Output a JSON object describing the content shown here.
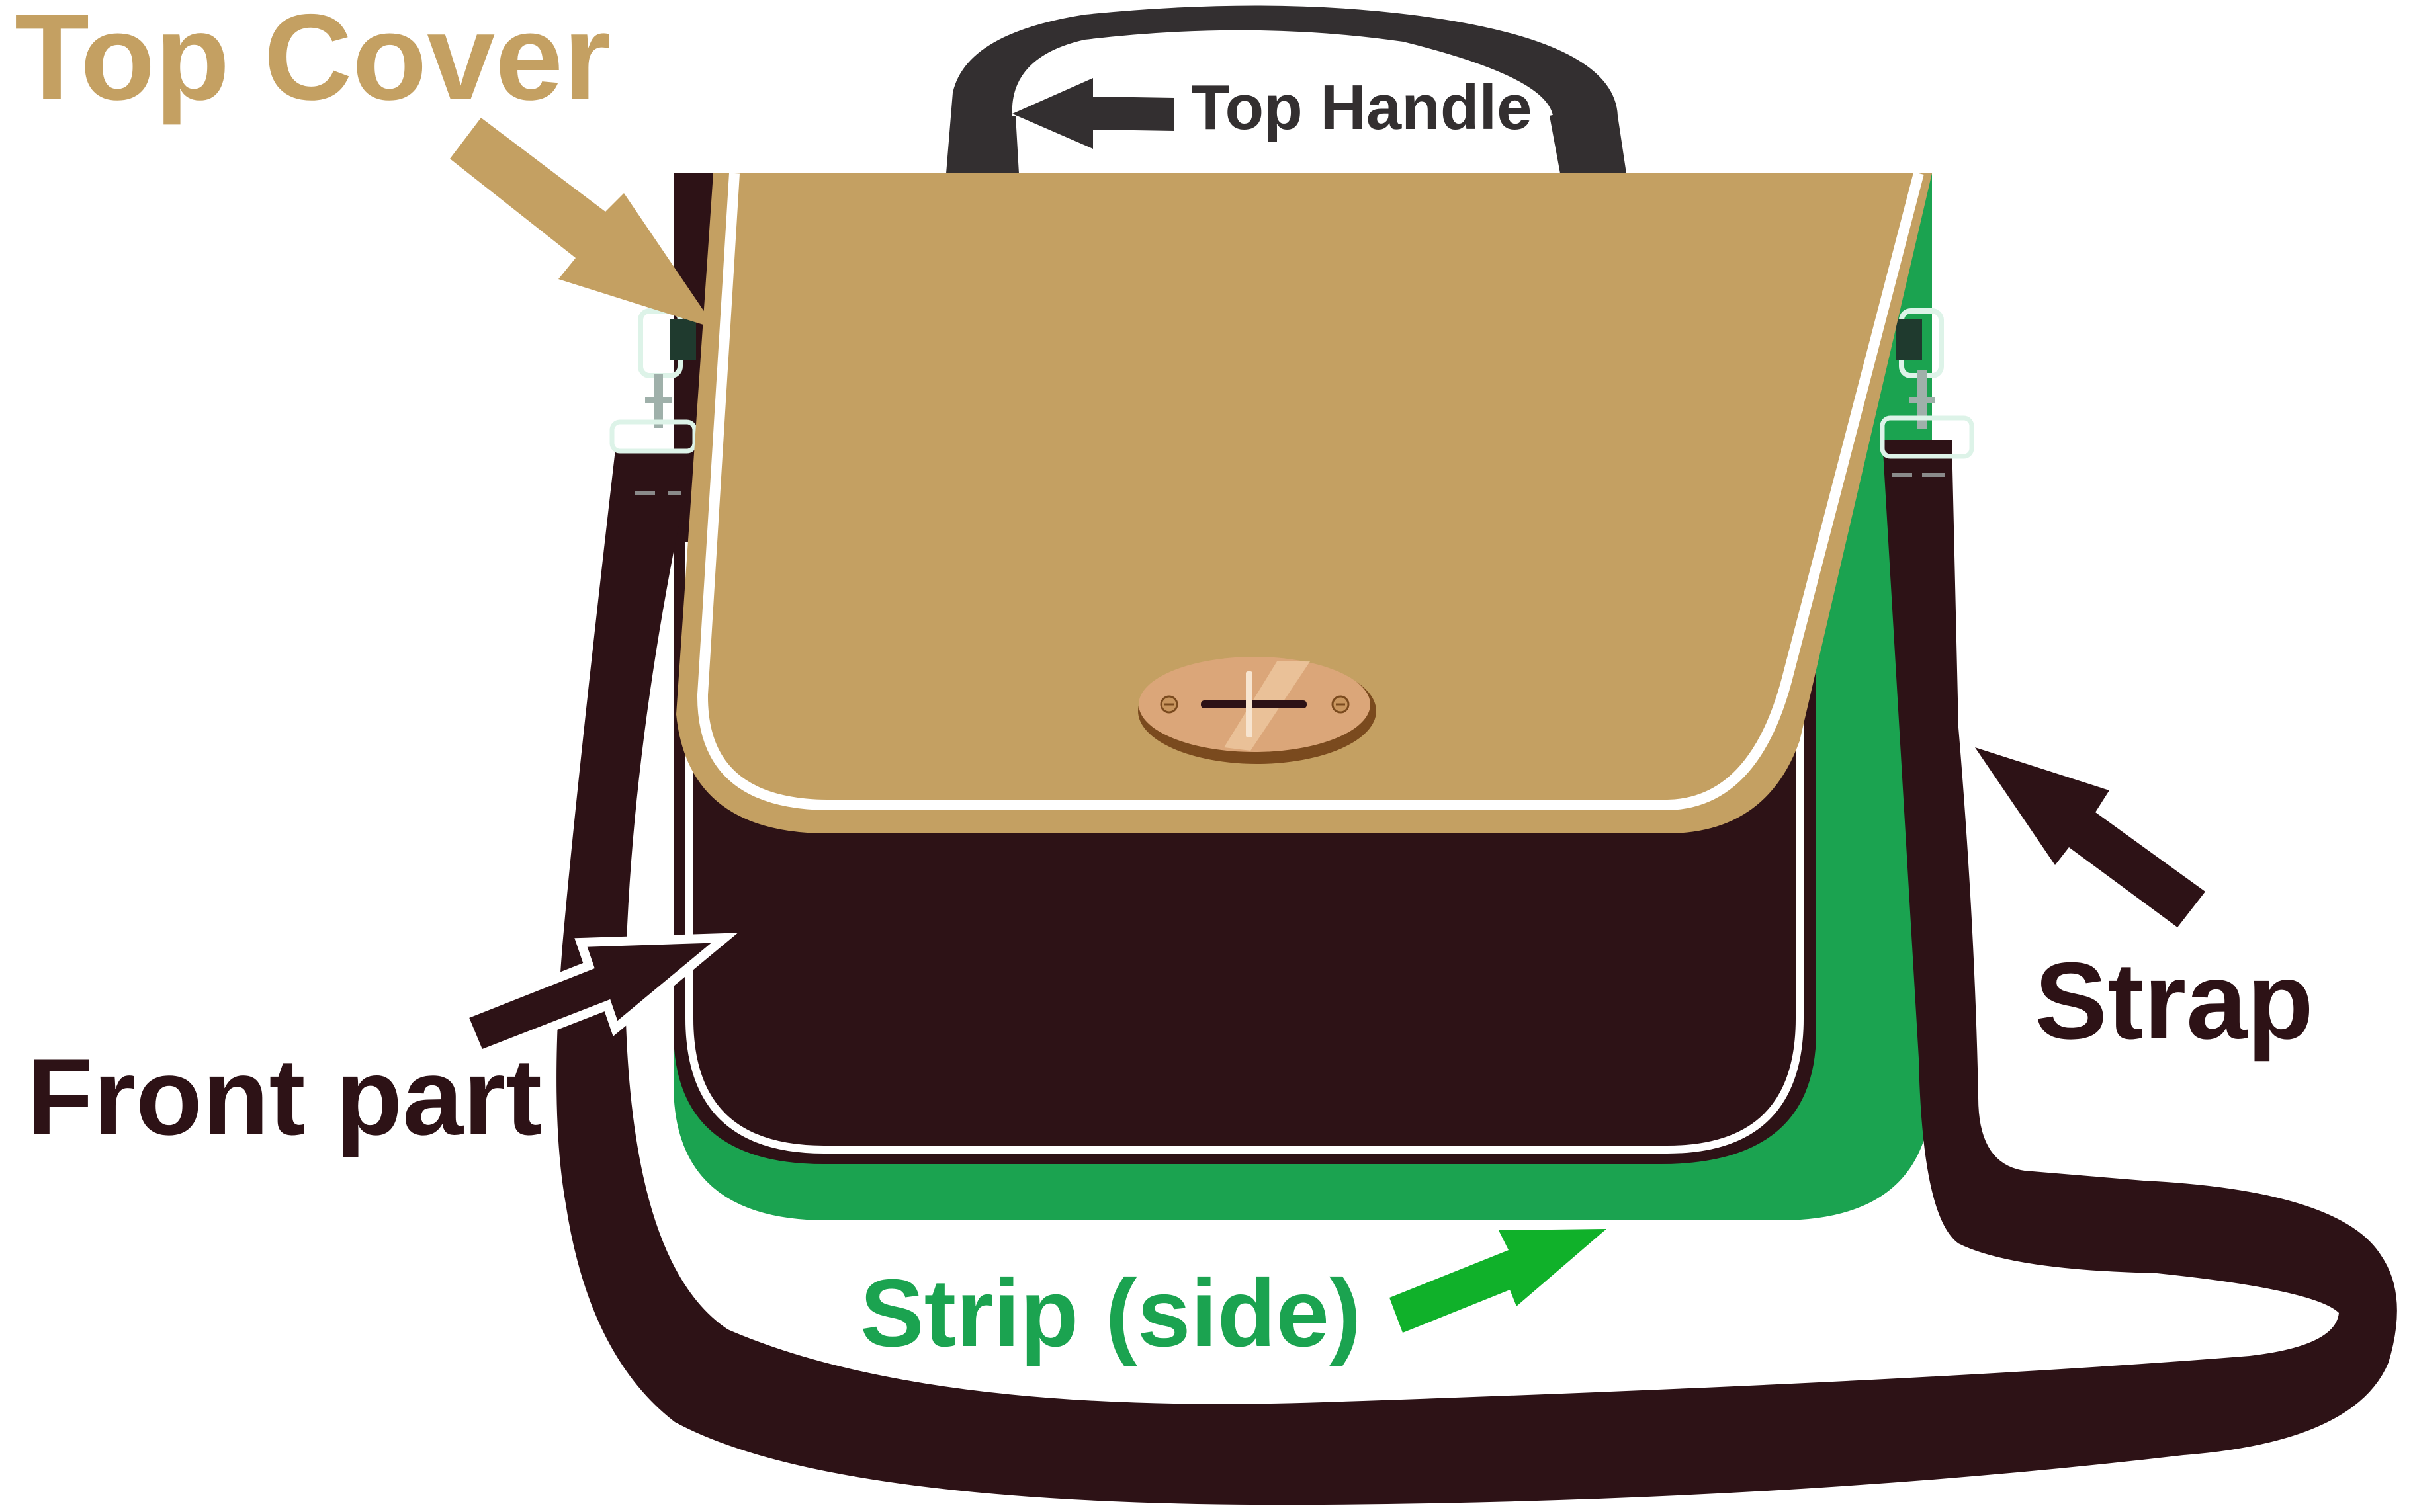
{
  "labels": {
    "top_cover": "Top Cover",
    "top_handle": "Top Handle",
    "front_part": "Front part",
    "strap": "Strap",
    "strip_side": "Strip (side)"
  },
  "colors": {
    "top_cover": "#C4A062",
    "top_cover_label": "#C4A062",
    "front_part": "#2D1216",
    "strap": "#2D1216",
    "strip_side": "#1BA350",
    "strip_label": "#1BA350",
    "handle": "#332F30",
    "clasp": "#DBA679",
    "arrow_dark": "#2D1216",
    "arrow_green": "#10B12A"
  }
}
